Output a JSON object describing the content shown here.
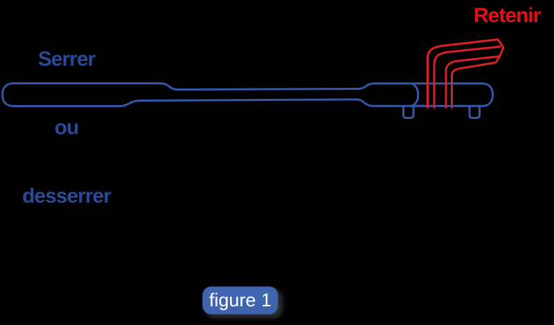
{
  "canvas": {
    "background": "#000000"
  },
  "annotations": {
    "tighten_loosen": {
      "lines": [
        "Serrer",
        "ou",
        "desserrer"
      ],
      "color": "#2a4a99"
    },
    "hold": {
      "text": "Retenir",
      "color": "#e60e18"
    }
  },
  "illustration": {
    "subject": "ratchet-torque-wrench-with-retaining-lever",
    "body_outline_color": "#3557a9",
    "lever_color": "#da2128"
  },
  "caption": {
    "text": "figure 1",
    "background": "#4164af",
    "text_color": "#ffffff"
  }
}
